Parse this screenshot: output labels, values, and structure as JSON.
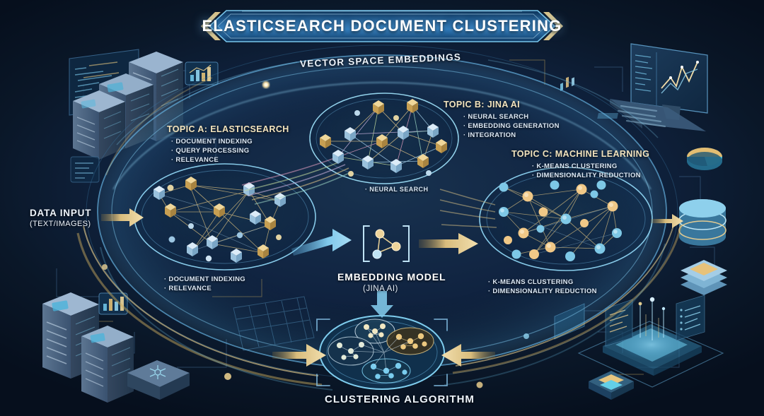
{
  "title": {
    "text": "ELASTICSEARCH DOCUMENT CLUSTERING"
  },
  "overview": {
    "vector_space_label": "VECTOR SPACE EMBEDDINGS",
    "center_note": "· NEURAL SEARCH"
  },
  "data_input": {
    "label": "DATA INPUT",
    "sub": "(TEXT/IMAGES)"
  },
  "topics": [
    {
      "id": "topic-a",
      "header": "TOPIC A: ELASTICSEARCH",
      "bullets": [
        "· DOCUMENT INDEXING",
        "· QUERY PROCESSING",
        "· RELEVANCE"
      ]
    },
    {
      "id": "topic-b",
      "header": "TOPIC B: JINA AI",
      "bullets": [
        "· NEURAL SEARCH",
        "· EMBEDDING GENERATION",
        "· INTEGRATION"
      ]
    },
    {
      "id": "topic-c",
      "header": "TOPIC C: MACHINE LEARNING",
      "bullets": [
        "· K-MEANS CLUSTERING",
        "· DIMENSIONALITY REDUCTION"
      ]
    }
  ],
  "lower_labels": {
    "left": [
      "· DOCUMENT INDEXING",
      "· RELEVANCE"
    ],
    "right": [
      "· K-MEANS CLUSTERING",
      "· DIMENSIONALITY REDUCTION"
    ]
  },
  "embedding_model": {
    "title": "EMBEDDING MODEL",
    "sub": "(JINA AI)"
  },
  "clustering": {
    "title": "CLUSTERING ALGORITHM"
  },
  "colors": {
    "background": "#0a1628",
    "accent_gold": "#e8c87a",
    "accent_cyan": "#6fc6ec",
    "node_blue": "#bcd8ef",
    "node_gold": "#e5b765",
    "text_light": "#eef4fb",
    "banner_blue": "#1d4f82"
  },
  "chart_data": {
    "type": "diagram",
    "title": "ELASTICSEARCH DOCUMENT CLUSTERING",
    "clusters": [
      {
        "name": "TOPIC A: ELASTICSEARCH",
        "node_count": 18,
        "node_shape": "cube"
      },
      {
        "name": "TOPIC B: JINA AI",
        "node_count": 16,
        "node_shape": "cube"
      },
      {
        "name": "TOPIC C: MACHINE LEARNING",
        "node_count": 20,
        "node_shape": "sphere"
      }
    ],
    "flow": [
      "DATA INPUT",
      "EMBEDDING MODEL (JINA AI)",
      "CLUSTERING ALGORITHM"
    ]
  }
}
